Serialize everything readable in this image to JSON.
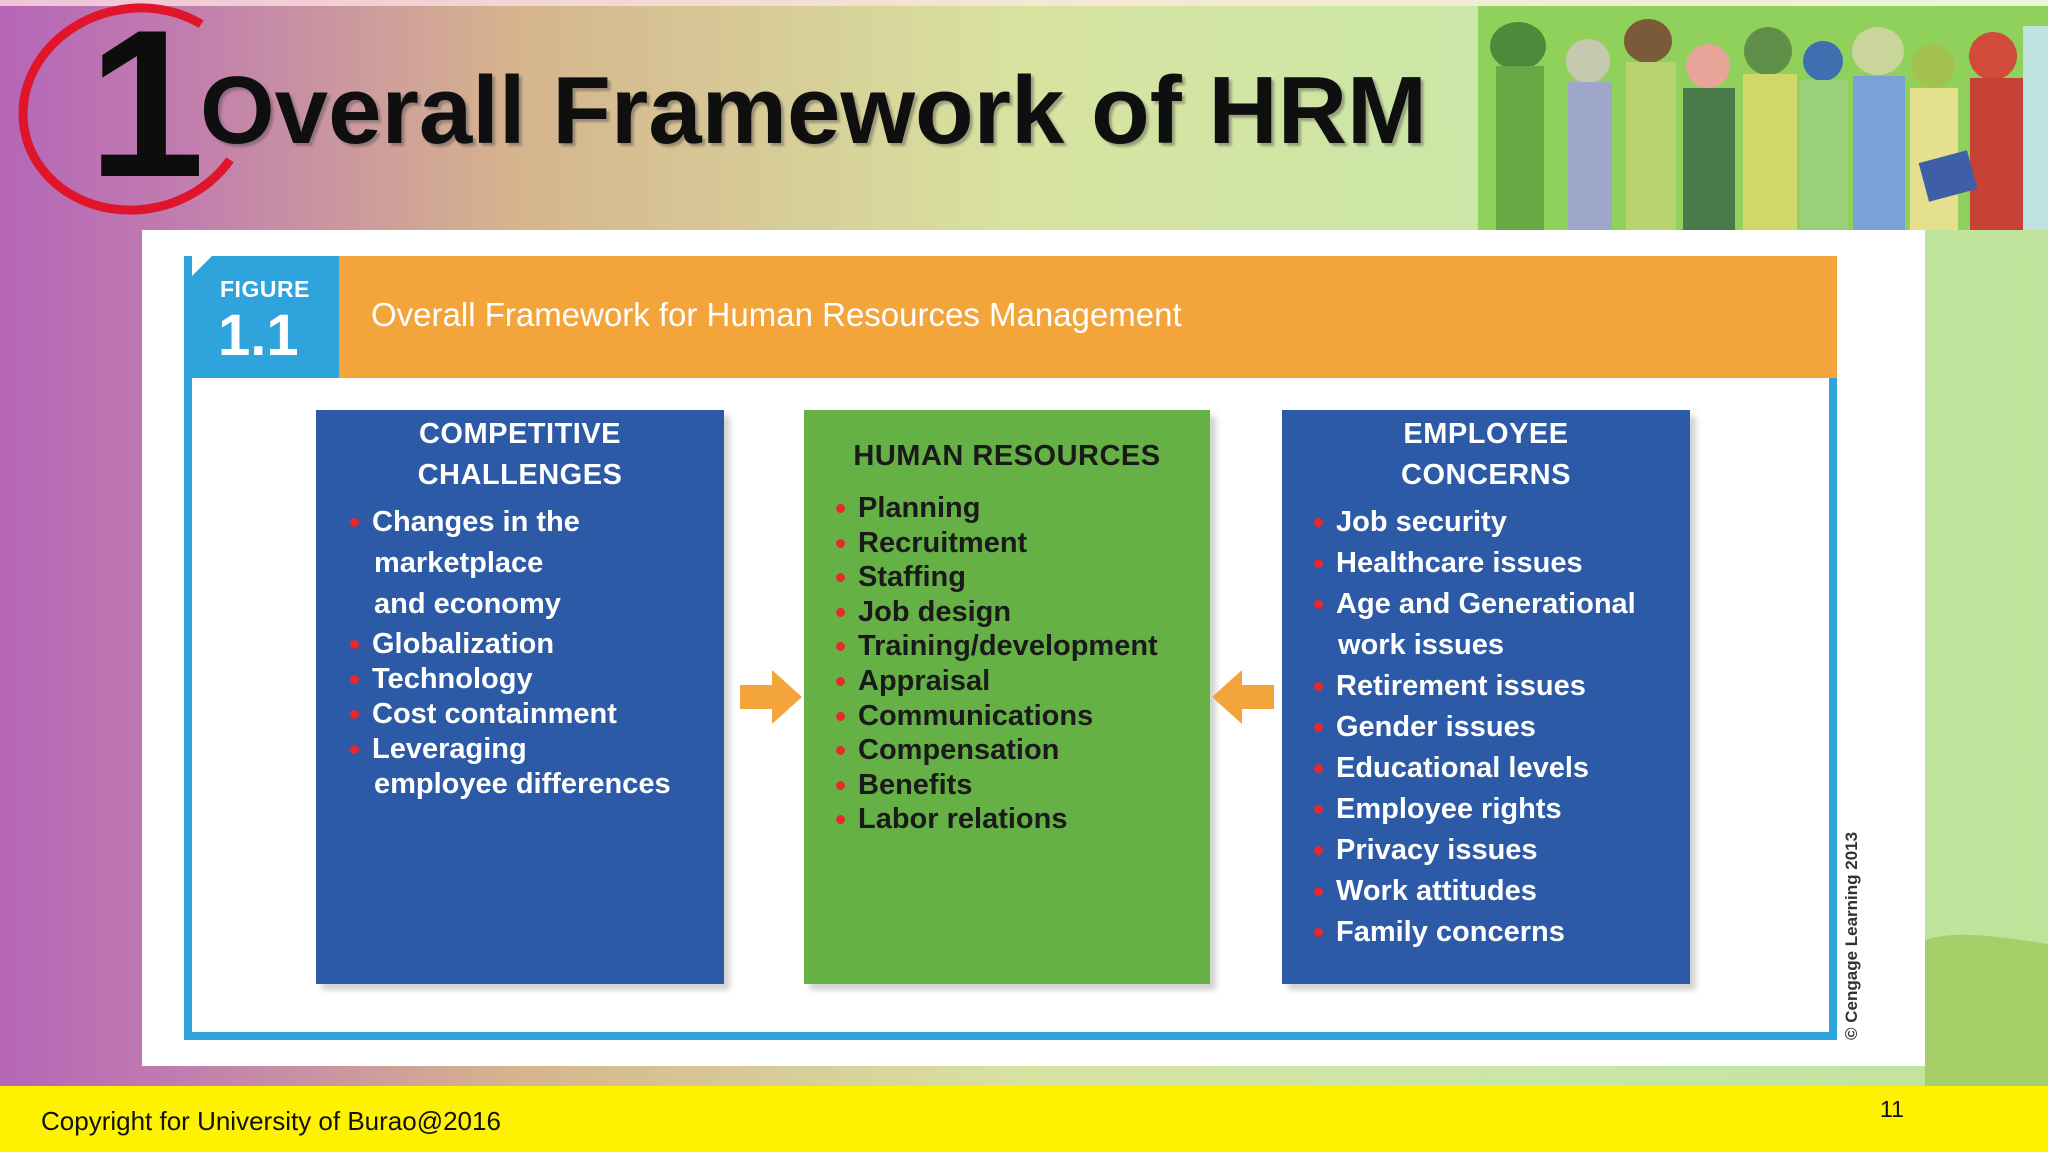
{
  "slide": {
    "number_glyph": "1",
    "title": "Overall Framework of HRM",
    "page_number": "11",
    "footer": "Copyright for University of Burao@2016"
  },
  "figure": {
    "label": "FIGURE",
    "number": "1.1",
    "title": "Overall Framework for Human Resources Management",
    "credit": "© Cengage Learning 2013"
  },
  "columns": {
    "competitive": {
      "title_lines": [
        "COMPETITIVE",
        "CHALLENGES"
      ],
      "items": [
        {
          "lines": [
            "Changes in the",
            "marketplace",
            "and economy"
          ]
        },
        {
          "lines": [
            "Globalization"
          ]
        },
        {
          "lines": [
            "Technology"
          ]
        },
        {
          "lines": [
            "Cost containment"
          ]
        },
        {
          "lines": [
            "Leveraging",
            "employee differences"
          ]
        }
      ]
    },
    "human_resources": {
      "title": "HUMAN RESOURCES",
      "items": [
        "Planning",
        "Recruitment",
        "Staffing",
        "Job design",
        "Training/development",
        "Appraisal",
        "Communications",
        "Compensation",
        "Benefits",
        "Labor relations"
      ]
    },
    "employee": {
      "title_lines": [
        "EMPLOYEE",
        "CONCERNS"
      ],
      "items": [
        {
          "lines": [
            "Job security"
          ]
        },
        {
          "lines": [
            "Healthcare issues"
          ]
        },
        {
          "lines": [
            "Age and Generational",
            "work issues"
          ]
        },
        {
          "lines": [
            "Retirement issues"
          ]
        },
        {
          "lines": [
            "Gender issues"
          ]
        },
        {
          "lines": [
            "Educational levels"
          ]
        },
        {
          "lines": [
            "Employee rights"
          ]
        },
        {
          "lines": [
            "Privacy issues"
          ]
        },
        {
          "lines": [
            "Work attitudes"
          ]
        },
        {
          "lines": [
            "Family concerns"
          ]
        }
      ]
    }
  },
  "colors": {
    "title_ring": "#e0142a",
    "figure_blue": "#2ea3dc",
    "banner_orange": "#f3a43b",
    "box_blue": "#2c5aa6",
    "box_green": "#66b146",
    "bullet_red": "#e8282d",
    "arrow_orange": "#f3a43b",
    "footer_yellow": "#fff200"
  },
  "icons": {
    "left_arrow": "arrow-right-icon",
    "right_arrow": "arrow-left-icon",
    "header_image": "crowd-illustration"
  }
}
